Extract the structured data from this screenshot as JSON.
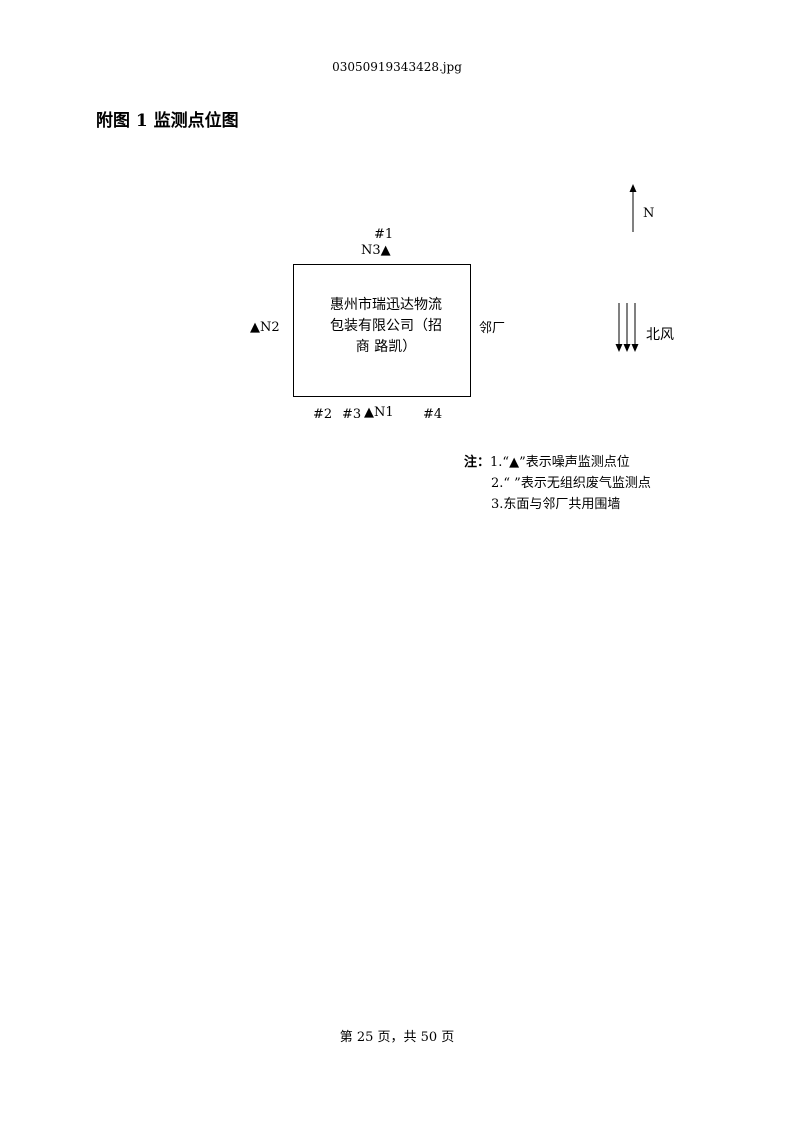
{
  "header": {
    "file_name": "03050919343428.jpg"
  },
  "figure": {
    "title": "附图 1  监测点位图",
    "company_name": "惠州市瑞迅达物流包装有限公司（招商 路凯）",
    "neighbor_label": "邻厂",
    "north_label": "N",
    "wind_label": "北风",
    "points": {
      "p1": "#1",
      "n3": "N3▲",
      "n2": "▲N2",
      "p2": "#2",
      "p3": "#3",
      "n1": "▲N1",
      "p4": "#4"
    }
  },
  "notes": {
    "head": "注：",
    "item1": "1.“▲”表示噪声监测点位",
    "item2": "2.“   ”表示无组织废气监测点",
    "item3": "3.东面与邻厂共用围墙"
  },
  "footer": {
    "page": "第 25 页，共 50 页"
  }
}
